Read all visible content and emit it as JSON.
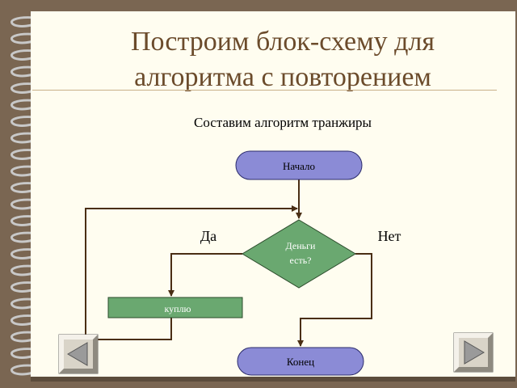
{
  "slide": {
    "title_line1": "Построим блок-схему для",
    "title_line2": "алгоритма с повторением",
    "subtitle": "Составим алгоритм транжиры"
  },
  "diagram": {
    "start_label": "Начало",
    "decision_line1": "Деньги",
    "decision_line2": "есть?",
    "yes_label": "Да",
    "no_label": "Нет",
    "action_label": "куплю",
    "end_label": "Конец"
  },
  "colors": {
    "terminator_fill": "#8b8bd6",
    "decision_fill": "#6aa870",
    "action_fill": "#6aa870",
    "line": "#4a2e14",
    "title": "#6b4b2b"
  },
  "navigation": {
    "prev_icon": "triangle-left-icon",
    "next_icon": "triangle-right-icon"
  }
}
